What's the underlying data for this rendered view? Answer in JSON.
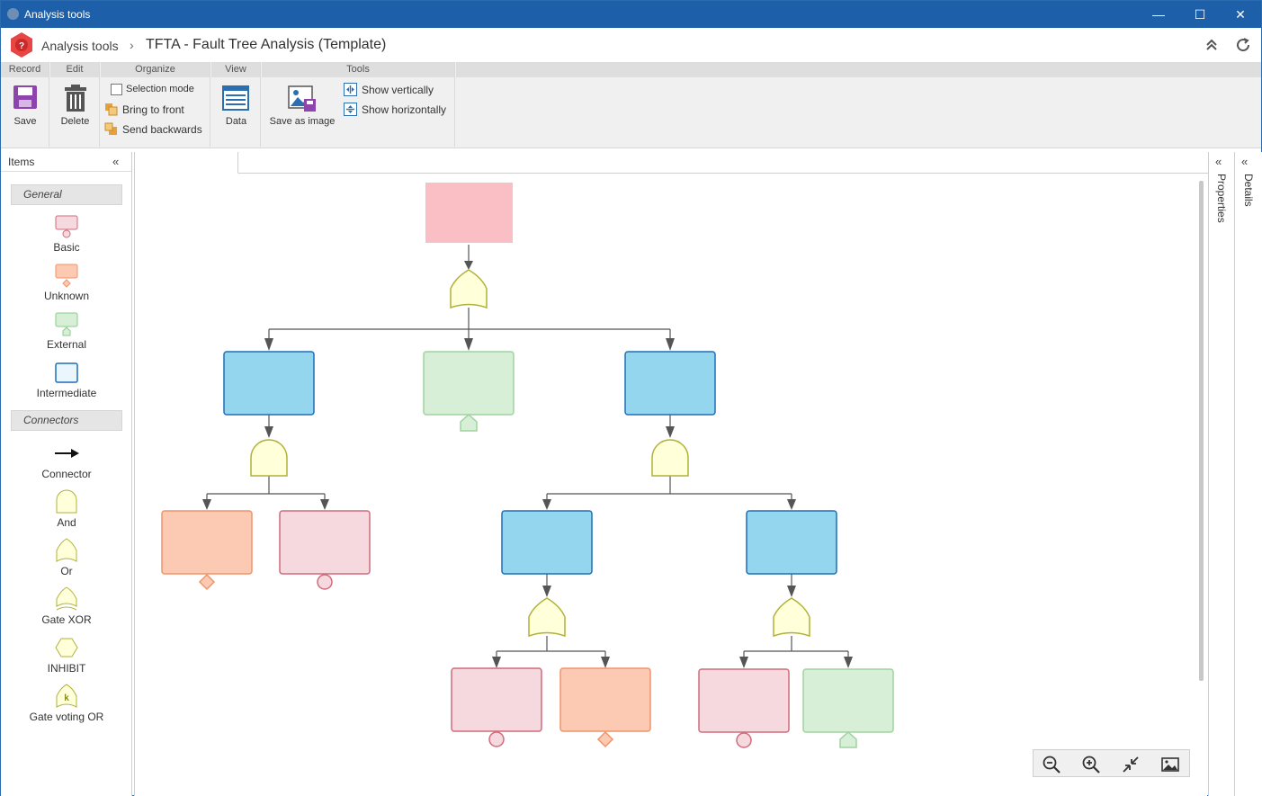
{
  "window": {
    "title": "Analysis tools",
    "minimize": "—",
    "maximize": "☐",
    "close": "✕"
  },
  "header": {
    "breadcrumb_root": "Analysis tools",
    "breadcrumb_sep": "›",
    "page_title": "TFTA - Fault Tree Analysis (Template)"
  },
  "ribbon": {
    "groups": {
      "record": "Record",
      "edit": "Edit",
      "organize": "Organize",
      "view": "View",
      "tools": "Tools"
    },
    "save_label": "Save",
    "delete_label": "Delete",
    "selection_mode_label": "Selection mode",
    "selection_mode_checked": false,
    "bring_front_label": "Bring to front",
    "send_backwards_label": "Send backwards",
    "data_label": "Data",
    "save_image_label": "Save as image",
    "show_vertically_label": "Show vertically",
    "show_horizontally_label": "Show horizontally"
  },
  "items_panel": {
    "title": "Items",
    "collapse": "«",
    "general_header": "General",
    "general": [
      {
        "label": "Basic",
        "icon": "basic-event-icon"
      },
      {
        "label": "Unknown",
        "icon": "undeveloped-event-icon"
      },
      {
        "label": "External",
        "icon": "external-event-icon"
      },
      {
        "label": "Intermediate",
        "icon": "intermediate-event-icon"
      }
    ],
    "connectors_header": "Connectors",
    "connectors": [
      {
        "label": "Connector",
        "icon": "arrow-right-icon"
      },
      {
        "label": "And",
        "icon": "and-gate-icon"
      },
      {
        "label": "Or",
        "icon": "or-gate-icon"
      },
      {
        "label": "Gate XOR",
        "icon": "xor-gate-icon"
      },
      {
        "label": "INHIBIT",
        "icon": "inhibit-gate-icon"
      },
      {
        "label": "Gate voting OR",
        "icon": "voting-or-gate-icon"
      }
    ],
    "voting_k": "k"
  },
  "side_panels": {
    "properties": "Properties",
    "details": "Details",
    "collapse": "«"
  },
  "colors": {
    "titlebar": "#1d5fa8",
    "basic_fill": "#f5d9de",
    "basic_stroke": "#cf6b7c",
    "unknown_fill": "#fcc9b3",
    "unknown_stroke": "#f0946b",
    "external_fill": "#d6efd6",
    "external_stroke": "#9fd39f",
    "intermediate_fill": "#93d6ee",
    "intermediate_stroke": "#1e6fb5",
    "top_event_fill": "#f9bfc4",
    "gate_fill": "#ffffd9",
    "gate_stroke": "#b1b13a"
  }
}
